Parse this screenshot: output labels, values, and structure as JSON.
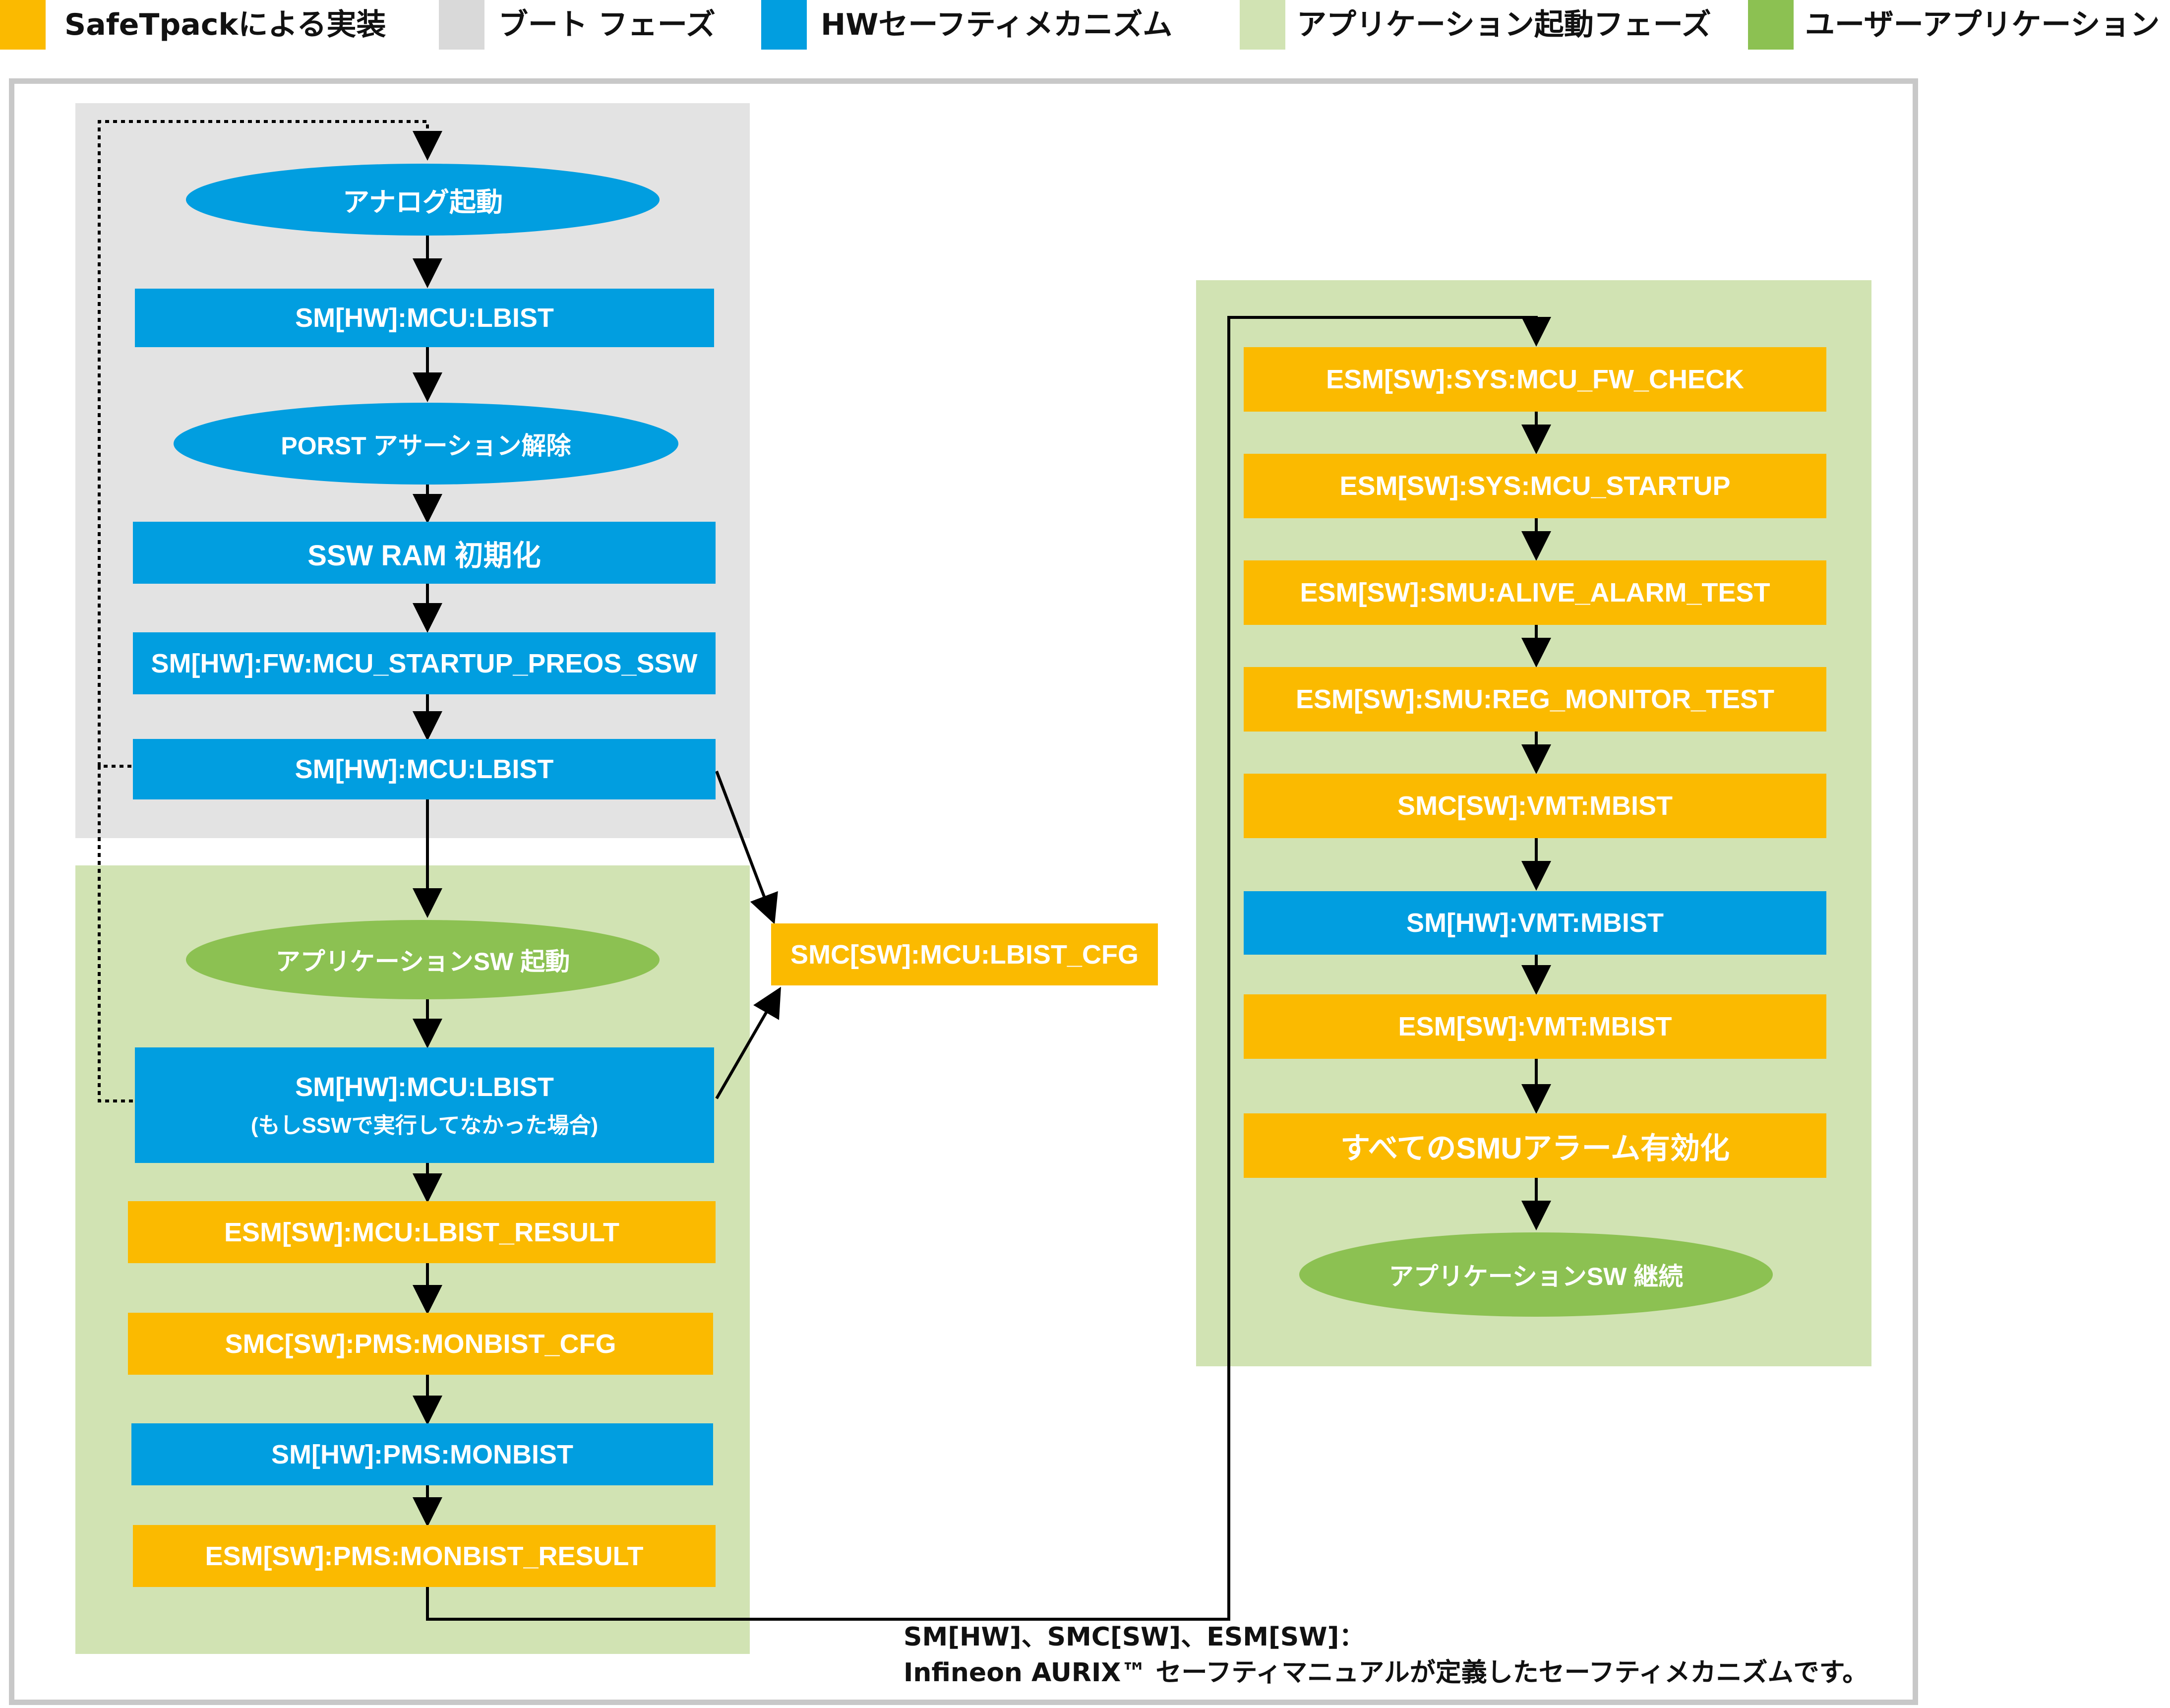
{
  "colors": {
    "safetpack": "#fbba00",
    "boot": "#d9d9d9",
    "hw_mechanism": "#019ee0",
    "app_startup": "#d1e3b3",
    "user_app": "#8cc152",
    "frame": "#c8c8c8"
  },
  "legend": [
    {
      "label": "SafeTpackによる実装",
      "color": "#fbba00"
    },
    {
      "label": "ブート フェーズ",
      "color": "#d9d9d9"
    },
    {
      "label": "HWセーフティメカニズム",
      "color": "#019ee0"
    },
    {
      "label": "アプリケーション起動フェーズ",
      "color": "#d1e3b3"
    },
    {
      "label": "ユーザーアプリケーション",
      "color": "#8cc152"
    }
  ],
  "left_flow": {
    "analog_startup": "アナログ起動",
    "lbist_1": "SM[HW]:MCU:LBIST",
    "porst": "PORST アサーション解除",
    "ssw_ram_init": "SSW RAM 初期化",
    "fw_preos": "SM[HW]:FW:MCU_STARTUP_PREOS_SSW",
    "lbist_2": "SM[HW]:MCU:LBIST",
    "app_sw_start": "アプリケーションSW 起動",
    "lbist_3": "SM[HW]:MCU:LBIST",
    "lbist_3_note": "(もしSSWで実行してなかった場合)",
    "lbist_result": "ESM[SW]:MCU:LBIST_RESULT",
    "monbist_cfg": "SMC[SW]:PMS:MONBIST_CFG",
    "monbist": "SM[HW]:PMS:MONBIST",
    "monbist_result": "ESM[SW]:PMS:MONBIST_RESULT"
  },
  "middle": {
    "lbist_cfg": "SMC[SW]:MCU:LBIST_CFG"
  },
  "right_flow": {
    "fw_check": "ESM[SW]:SYS:MCU_FW_CHECK",
    "mcu_startup": "ESM[SW]:SYS:MCU_STARTUP",
    "alive_alarm": "ESM[SW]:SMU:ALIVE_ALARM_TEST",
    "reg_monitor": "ESM[SW]:SMU:REG_MONITOR_TEST",
    "smc_vmt": "SMC[SW]:VMT:MBIST",
    "sm_vmt": "SM[HW]:VMT:MBIST",
    "esm_vmt": "ESM[SW]:VMT:MBIST",
    "enable_alarms": "すべてのSMUアラーム有効化",
    "app_continue": "アプリケーションSW 継続"
  },
  "footnote": {
    "line1": "SM[HW]、SMC[SW]、ESM[SW]：",
    "line2": "Infineon AURIX™ セーフティマニュアルが定義したセーフティメカニズムです。"
  }
}
